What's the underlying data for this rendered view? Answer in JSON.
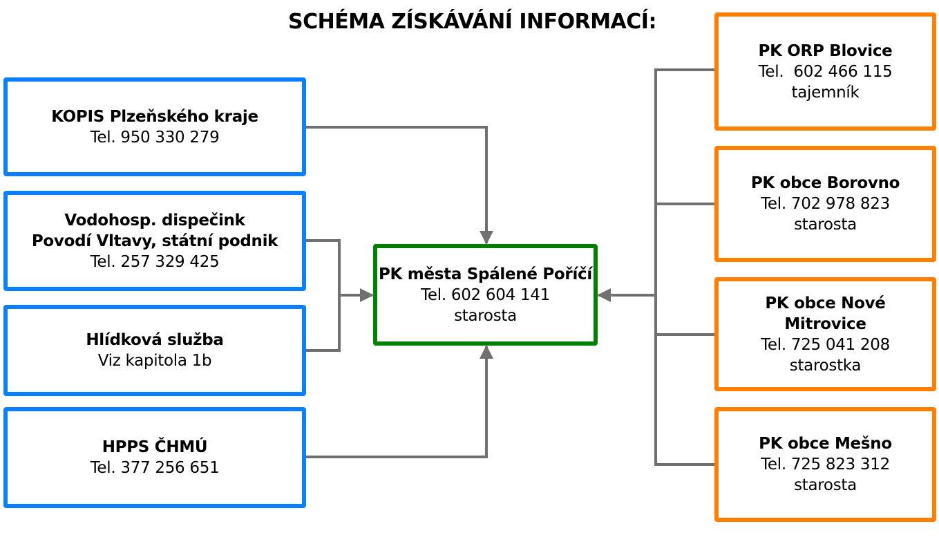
{
  "title": "SCHÉMA ZÍSKÁVÁNÍ INFORMACÍ:",
  "colors": {
    "source_border": "#0a80ff",
    "hub_border": "#008000",
    "target_border": "#ff8000",
    "connector": "#707070"
  },
  "sources": [
    {
      "name_lines": [
        "KOPIS Plzeňského kraje"
      ],
      "details": [
        "Tel. 950 330 279"
      ]
    },
    {
      "name_lines": [
        "Vodohosp. dispečink",
        "Povodí Vltavy, státní podnik"
      ],
      "details": [
        "Tel. 257 329 425"
      ]
    },
    {
      "name_lines": [
        "Hlídková služba"
      ],
      "details": [
        "Viz kapitola 1b"
      ]
    },
    {
      "name_lines": [
        "HPPS ČHMÚ"
      ],
      "details": [
        "Tel. 377 256 651"
      ]
    }
  ],
  "hub": {
    "name_lines": [
      "PK města Spálené Poříčí"
    ],
    "details": [
      "Tel. 602 604 141",
      "starosta"
    ]
  },
  "contacts": [
    {
      "name_lines": [
        "PK ORP Blovice"
      ],
      "details": [
        "Tel.  602 466 115",
        "tajemník"
      ]
    },
    {
      "name_lines": [
        "PK obce Borovno"
      ],
      "details": [
        "Tel. 702 978 823",
        "starosta"
      ]
    },
    {
      "name_lines": [
        "PK obce Nové",
        "Mitrovice"
      ],
      "details": [
        "Tel. 725 041 208",
        "starostka"
      ]
    },
    {
      "name_lines": [
        "PK obce Mešno"
      ],
      "details": [
        "Tel. 725 823 312",
        "starosta"
      ]
    }
  ]
}
